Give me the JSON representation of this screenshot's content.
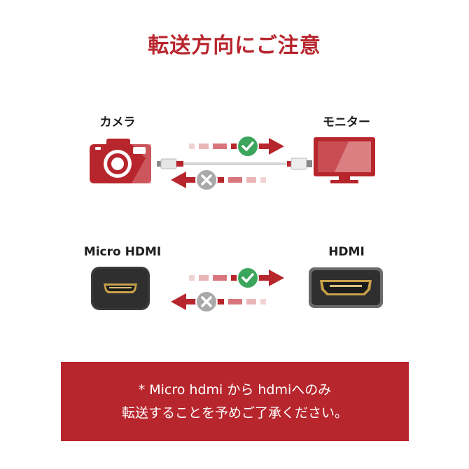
{
  "title": "転送方向にご注意",
  "labels": {
    "camera": "カメラ",
    "monitor": "モニター",
    "micro_hdmi": "Micro HDMI",
    "hdmi": "HDMI"
  },
  "note": {
    "line1": "* Micro hdmi から hdmiへのみ",
    "line2": "転送することを予めご了承ください。"
  },
  "colors": {
    "accent": "#b8262d",
    "ok": "#3ba55c",
    "ng": "#a9a9a9",
    "port_body": "#3a3a3a",
    "port_gold": "#c9a14a"
  },
  "icons": {
    "camera": "camera-icon",
    "monitor": "monitor-icon",
    "ok": "check-circle-icon",
    "ng": "cross-circle-icon"
  }
}
